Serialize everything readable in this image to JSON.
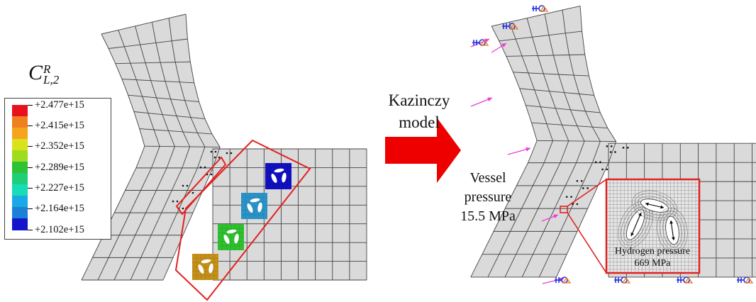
{
  "legend": {
    "symbol_main": "C",
    "symbol_sup": "R",
    "symbol_sub": "L,2",
    "entries": [
      {
        "label": "+2.477e+15",
        "color": "#e8121c"
      },
      {
        "label": "+2.415e+15",
        "color": "#f0801f"
      },
      {
        "label": "+2.352e+15",
        "color": "#d9e21a"
      },
      {
        "label": "+2.289e+15",
        "color": "#2fc235"
      },
      {
        "label": "+2.227e+15",
        "color": "#17dcb6"
      },
      {
        "label": "+2.164e+15",
        "color": "#1e7fd6"
      },
      {
        "label": "+2.102e+15",
        "color": "#1515cc"
      }
    ],
    "extra_swatches": [
      "#f6a41b",
      "#9fdc1e",
      "#1fcf77",
      "#1aa8e6"
    ]
  },
  "transition": {
    "line1": "Kazinczy",
    "line2": "model",
    "arrow_color": "#ee0000"
  },
  "vessel_label": {
    "line1": "Vessel",
    "line2": "pressure",
    "line3": "15.5 MPa"
  },
  "hydrogen_label": {
    "line1": "Hydrogen pressure",
    "line2": "669 MPa"
  },
  "unit_cells": [
    {
      "color": "#c4901a"
    },
    {
      "color": "#2fbf2f"
    },
    {
      "color": "#2b93c8"
    },
    {
      "color": "#1010c0"
    }
  ],
  "colors": {
    "mesh_fill": "#dadada",
    "mesh_line": "#444444",
    "highlight": "#e02222",
    "load_arrow": "#ee3dd6",
    "bc_symbol": "#2233dd",
    "bc_support": "#f07a1a"
  }
}
